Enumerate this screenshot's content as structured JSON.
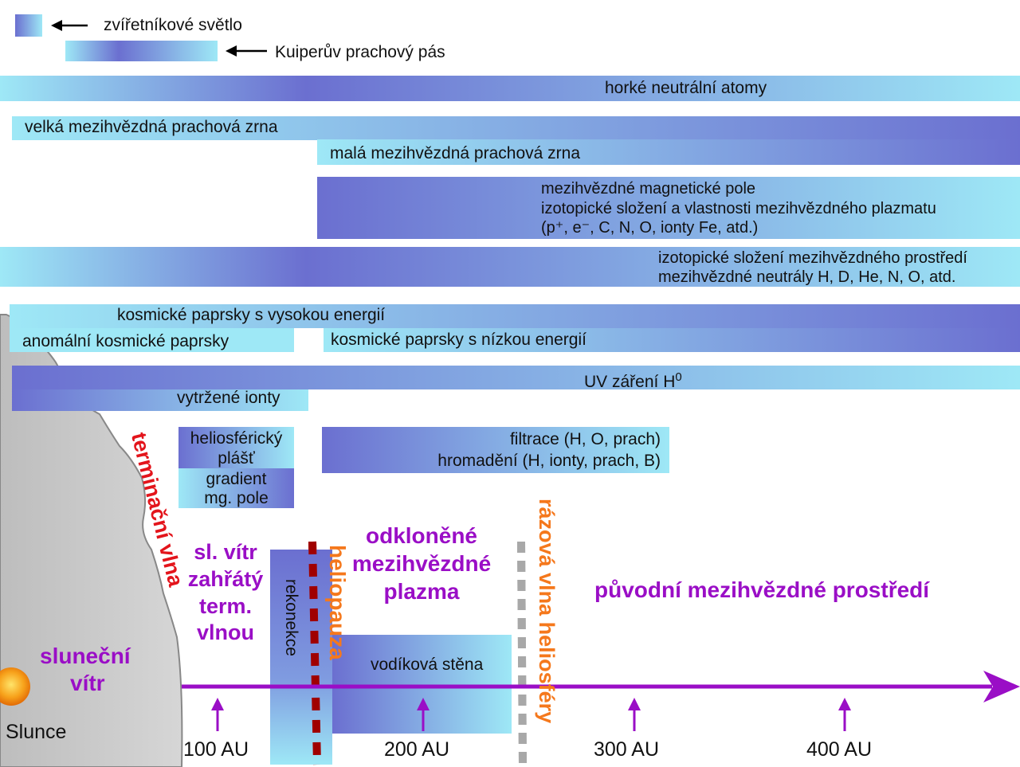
{
  "legend": {
    "zodiacal": "zvířetníkové světlo",
    "kuiper": "Kuiperův prachový pás"
  },
  "bars": {
    "hot_neutral_atoms": "horké neutrální atomy",
    "large_dust": "velká mezihvězdná prachová zrna",
    "small_dust": "malá mezihvězdná prachová zrna",
    "magnetic_line1": "mezihvězdné magnetické pole",
    "magnetic_line2": "izotopické složení a vlastnosti mezihvězdného plazmatu",
    "magnetic_line3": "(p⁺, e⁻, C, N, O, ionty Fe, atd.)",
    "medium_line1": "izotopické složení mezihvězdného prostředí",
    "medium_line2": "mezihvězdné neutrály H, D, He, N, O, atd.",
    "high_energy_cr": "kosmické paprsky s vysokou energií",
    "anomalous_cr": "anomální kosmické paprsky",
    "low_energy_cr": "kosmické paprsky s nízkou energií",
    "uv_radiation": "UV záření H",
    "uv_superscript": "0",
    "pickup_ions": "vytržené ionty",
    "sheath_line1": "heliosférický",
    "sheath_line2": "plášť",
    "gradient_line1": "gradient",
    "gradient_line2": "mg. pole",
    "filtration_line1": "filtrace (H, O, prach)",
    "filtration_line2": "hromadění (H, ionty, prach, B)",
    "reconnection": "rekonekce",
    "hydrogen_wall": "vodíková stěna"
  },
  "regions": {
    "termination_shock": "terminační vlna",
    "solar_wind_line1": "sluneční",
    "solar_wind_line2": "vítr",
    "heated_line1": "sl. vítr",
    "heated_line2": "zahřátý",
    "heated_line3": "term.",
    "heated_line4": "vlnou",
    "heliopause": "heliopauza",
    "deflected_line1": "odkloněné",
    "deflected_line2": "mezihvězdné",
    "deflected_line3": "plazma",
    "bow_shock": "rázová vlna heliosféry",
    "pristine": "původní mezihvězdné prostředí",
    "sun": "Slunce"
  },
  "axis": {
    "ticks": [
      "100 AU",
      "200 AU",
      "300 AU",
      "400 AU"
    ]
  },
  "colors": {
    "gradient_dark": "#6b6fd0",
    "gradient_light": "#9ee8f6",
    "purple": "#9a0ec6",
    "orange": "#f5781c",
    "red": "#e3141b",
    "heliopause_dots": "#a00000",
    "bow_shock_dots": "#a8a8a8",
    "sun": "#f7a21b"
  }
}
